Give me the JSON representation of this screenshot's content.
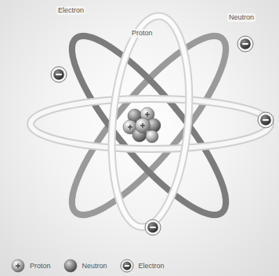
{
  "diagram": {
    "labels": [
      "Electron",
      "Proton",
      "Neutron"
    ],
    "legend": [
      {
        "text": "Proton"
      },
      {
        "text": "Neutron"
      },
      {
        "text": "Electron"
      }
    ]
  }
}
